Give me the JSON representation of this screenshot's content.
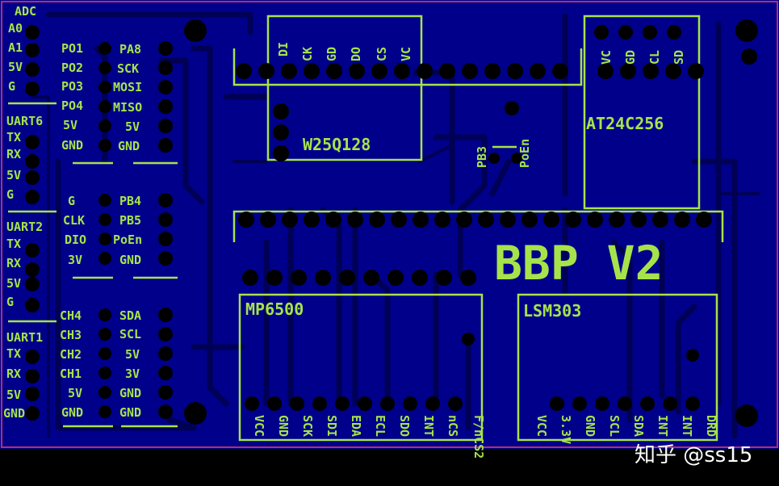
{
  "board": {
    "title": "BBP V2",
    "colors": {
      "board": "#00008b",
      "silkscreen": "#a6e34a",
      "background": "#000000",
      "edge": "#b0306e"
    }
  },
  "left_header": {
    "labels": [
      "ADC",
      "A0",
      "A1",
      "5V",
      "G",
      "UART6",
      "TX",
      "RX",
      "5V",
      "G",
      "UART2",
      "TX",
      "RX",
      "5V",
      "G",
      "UART1",
      "TX",
      "RX",
      "5V",
      "GND"
    ]
  },
  "header_po": {
    "left": [
      "PO1",
      "PO2",
      "PO3",
      "PO4",
      "5V",
      "GND"
    ],
    "right": [
      "PA8",
      "SCK",
      "MOSI",
      "MISO",
      "5V",
      "GND"
    ]
  },
  "header_swd": {
    "left": [
      "G",
      "CLK",
      "DIO",
      "3V"
    ],
    "right": [
      "PB4",
      "PB5",
      "PoEn",
      "GND"
    ]
  },
  "header_ch": {
    "left": [
      "CH4",
      "CH3",
      "CH2",
      "CH1",
      "5V",
      "GND"
    ],
    "right": [
      "SDA",
      "SCL",
      "5V",
      "3V",
      "GND",
      "GND"
    ]
  },
  "modules": {
    "flash": {
      "name": "W25Q128",
      "pins": [
        "DI",
        "CK",
        "GD",
        "DO",
        "CS",
        "VC"
      ]
    },
    "eeprom": {
      "name": "AT24C256",
      "pins": [
        "VC",
        "GD",
        "CL",
        "SD"
      ]
    },
    "imu": {
      "name": "MP6500",
      "pins": [
        "VCC",
        "GND",
        "SCK",
        "SDI",
        "EDA",
        "ECL",
        "SDO",
        "INT",
        "nCS",
        "F/nCS2"
      ]
    },
    "mag": {
      "name": "LSM303",
      "pins": [
        "VCC",
        "3.3V",
        "GND",
        "SCL",
        "SDA",
        "INT",
        "INT",
        "DRD"
      ]
    }
  },
  "test_points": [
    "PB3",
    "PoEn"
  ],
  "watermark": "知乎 @ss15"
}
